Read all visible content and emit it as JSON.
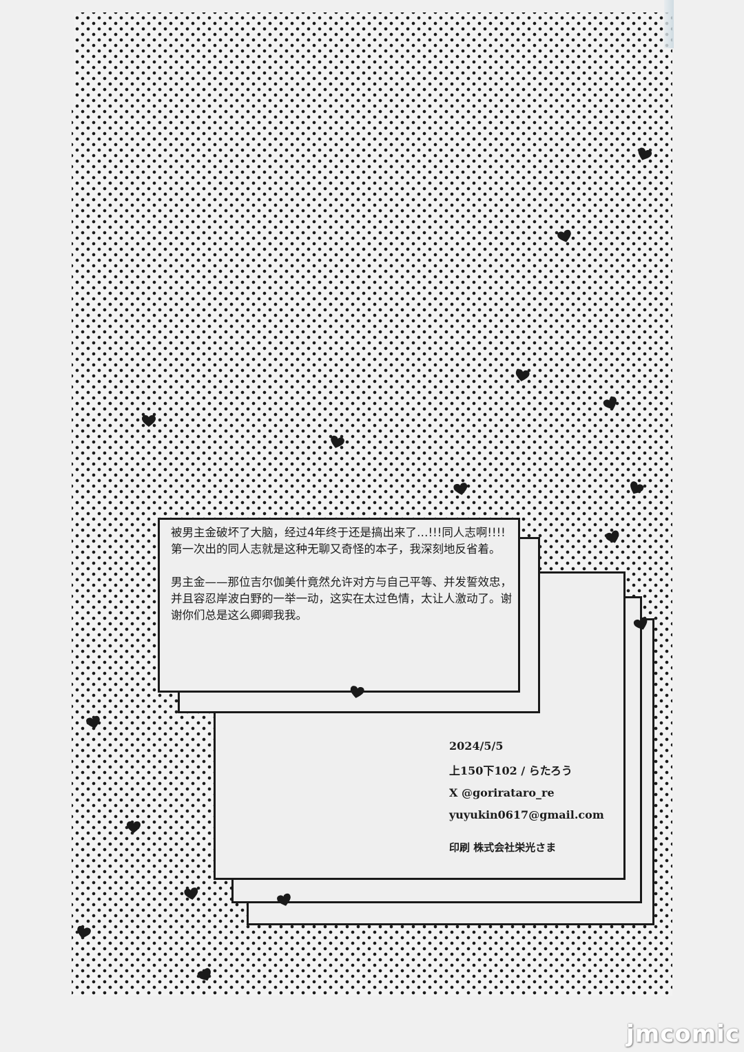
{
  "note": {
    "paragraph1": "被男主金破坏了大脑，经过4年终于还是搞出来了…!!!同人志啊!!!!第一次出的同人志就是这种无聊又奇怪的本子，我深刻地反省着。",
    "paragraph2": "男主金——那位吉尔伽美什竟然允许对方与自己平等、并发誓效忠，并且容忍岸波白野的一举一动，这实在太过色情，太让人激动了。谢谢你们总是这么卿卿我我。"
  },
  "colophon": {
    "date": "2024/5/5",
    "author": "上150下102 / らたろう",
    "x_account": "X @gorirataro_re",
    "email": "yuyukin0617@gmail.com",
    "printer": "印刷 株式会社栄光さま"
  },
  "watermark": "jmcomic",
  "colors": {
    "ink": "#1a1a1a",
    "paper": "#efefef"
  },
  "icons": [
    "heart-icon"
  ]
}
